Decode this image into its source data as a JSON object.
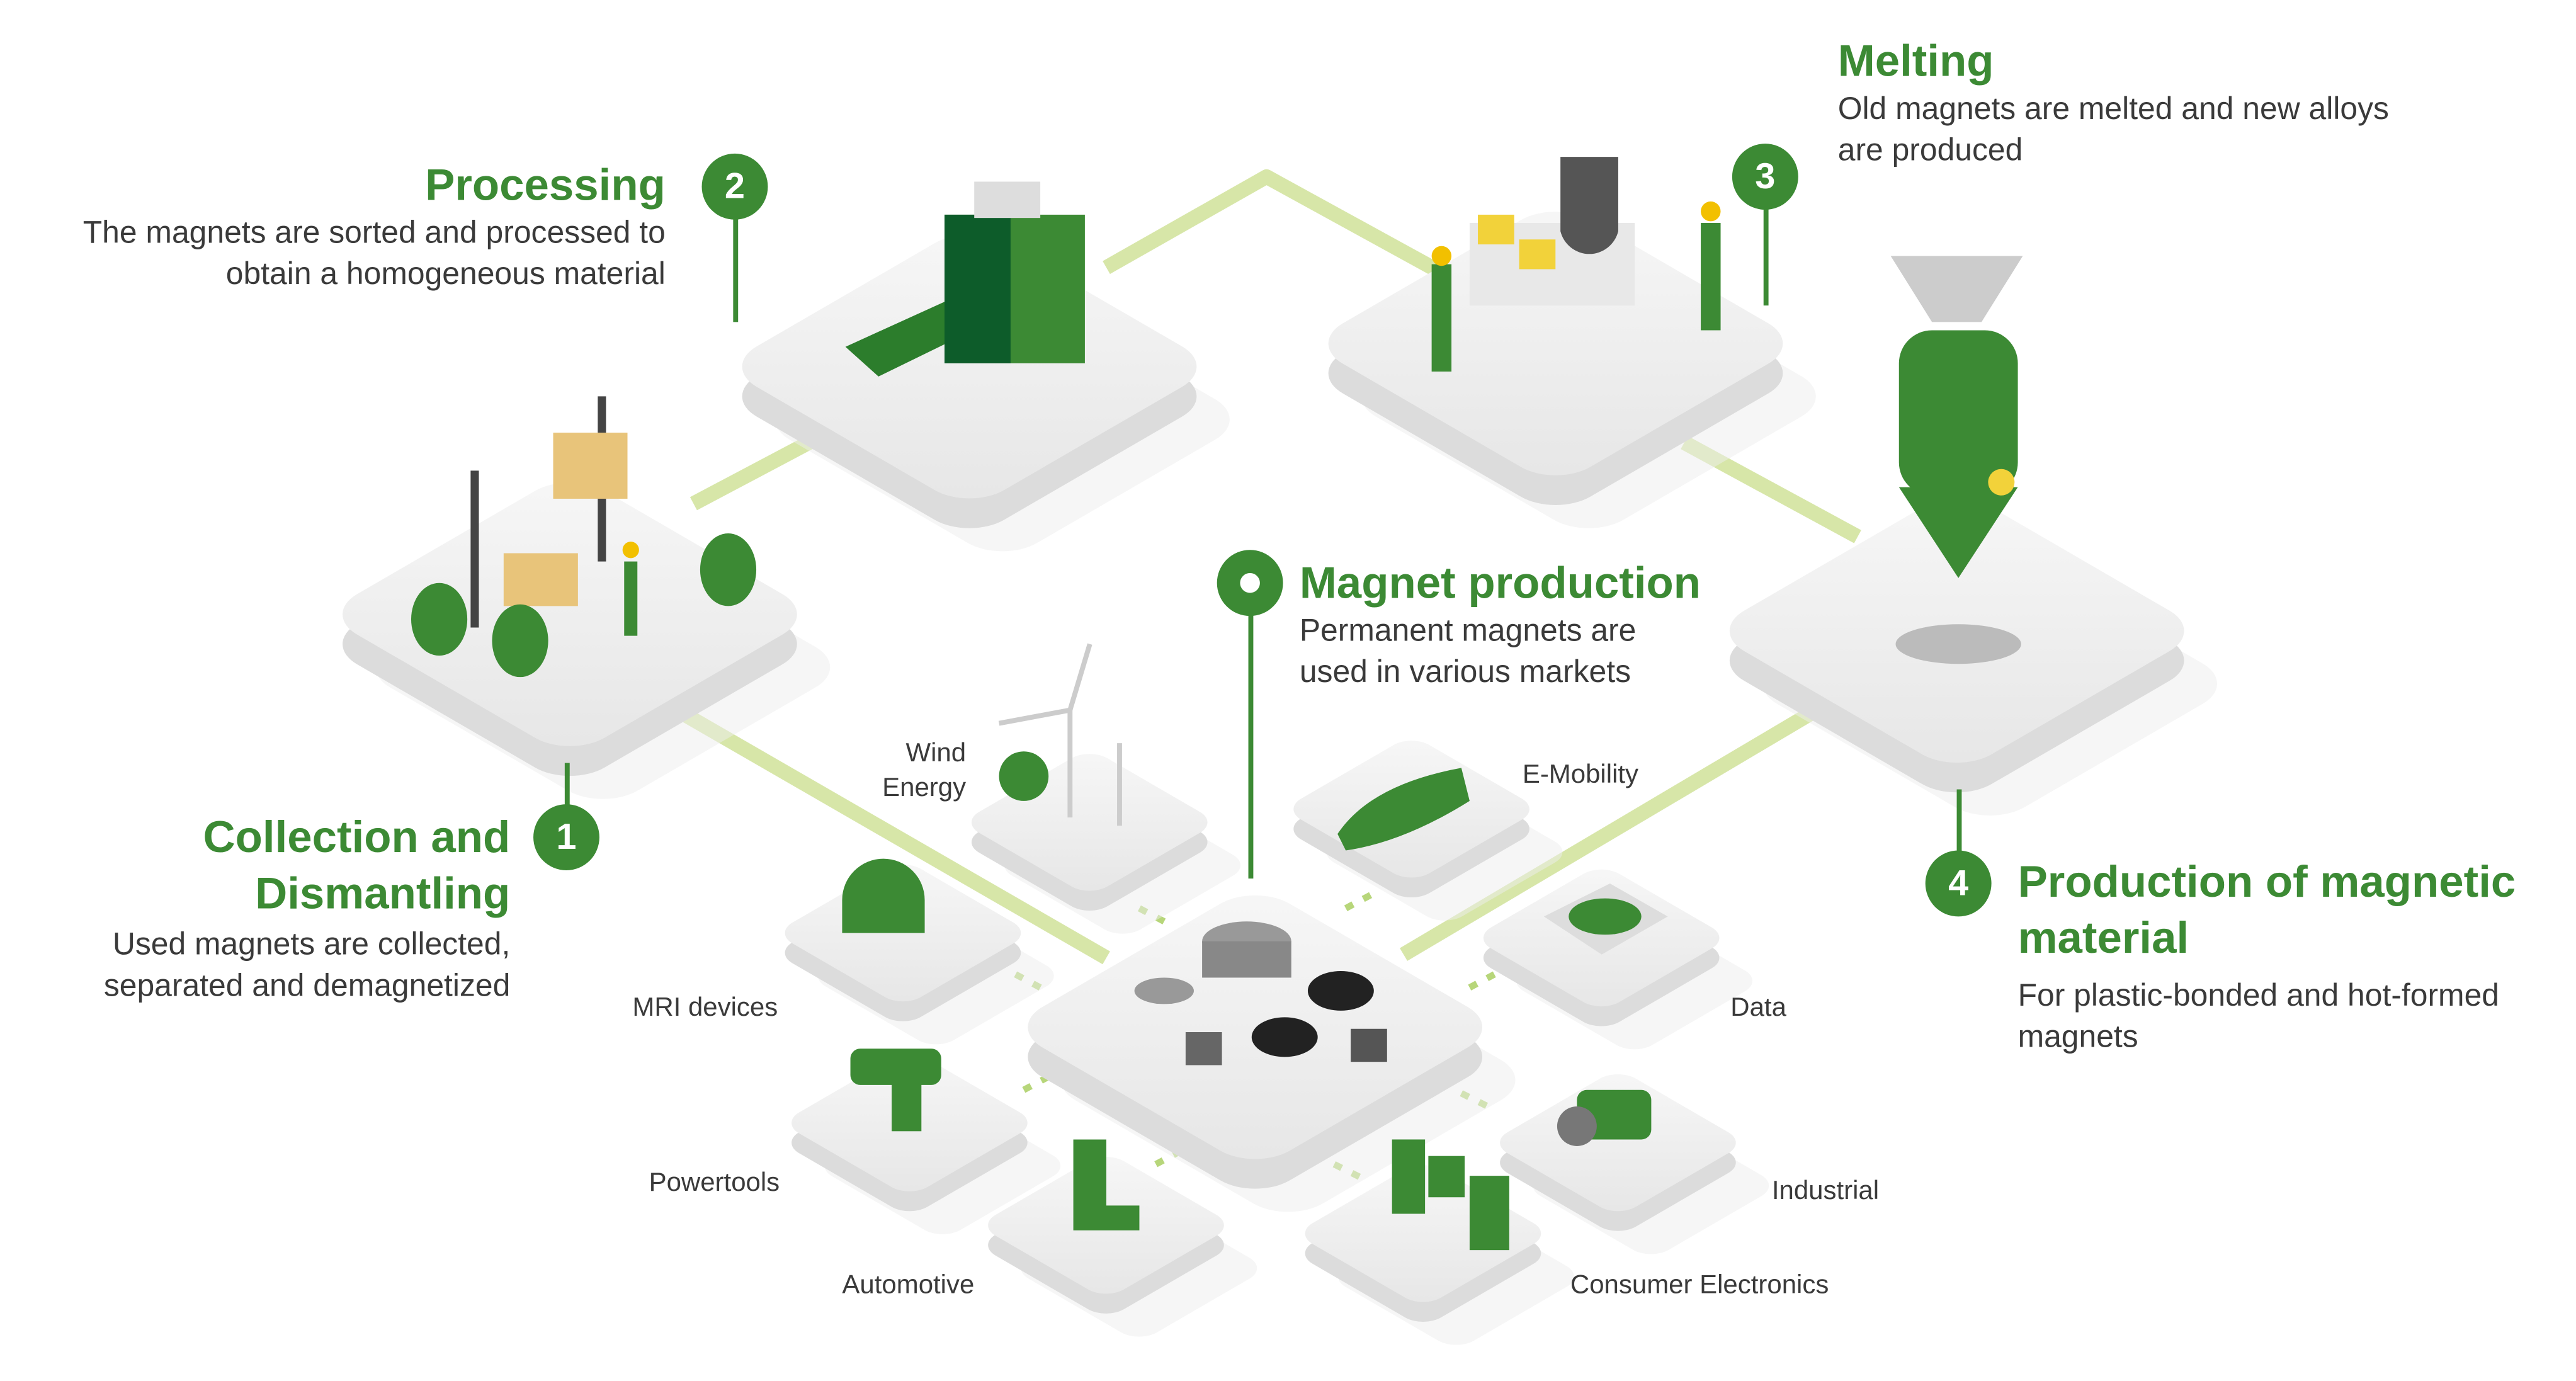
{
  "steps": [
    {
      "number": "1",
      "title_lines": [
        "Collection and",
        "Dismantling"
      ],
      "description_lines": [
        "Used magnets are collected,",
        "separated and demagnetized"
      ]
    },
    {
      "number": "2",
      "title_lines": [
        "Processing"
      ],
      "description_lines": [
        "The magnets are sorted and processed to",
        "obtain a homogeneous material"
      ]
    },
    {
      "number": "3",
      "title_lines": [
        "Melting"
      ],
      "description_lines": [
        "Old magnets are melted and new alloys",
        "are produced"
      ]
    },
    {
      "number": "4",
      "title_lines": [
        "Production of magnetic",
        "material"
      ],
      "description_lines": [
        "For plastic-bonded and hot-formed",
        "magnets"
      ]
    }
  ],
  "center": {
    "title": "Magnet production",
    "description_lines": [
      "Permanent magnets are",
      "used in various markets"
    ]
  },
  "markets": [
    "Wind Energy",
    "MRI devices",
    "Powertools",
    "Automotive",
    "E-Mobility",
    "Data",
    "Industrial",
    "Consumer Electronics"
  ],
  "markets_wind_lines": [
    "Wind",
    "Energy"
  ],
  "colors": {
    "brand_green": "#3c8a34",
    "dark_green": "#0d5c2a",
    "connector": "#d7e6a8",
    "platform": "#f2f2f2"
  }
}
